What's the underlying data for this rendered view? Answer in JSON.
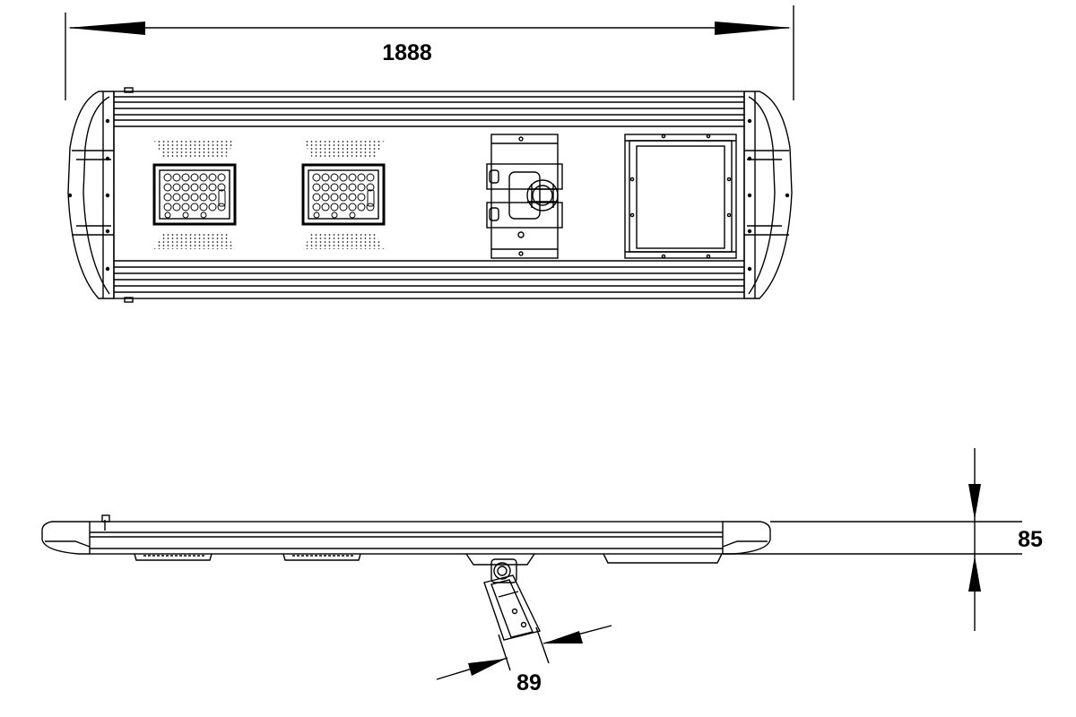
{
  "dimensions": {
    "overall_length": "1888",
    "height": "85",
    "arm_width": "89"
  },
  "colors": {
    "line": "#000000",
    "background": "#ffffff"
  }
}
